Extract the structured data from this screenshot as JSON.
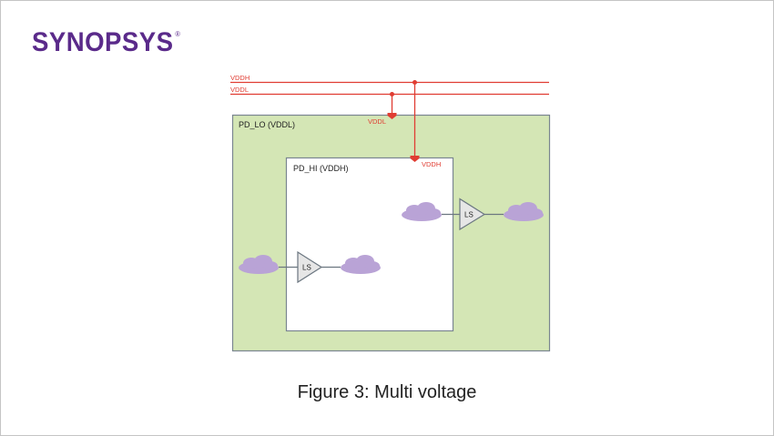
{
  "logo": {
    "text": "SYNOPSYS",
    "registered": "®",
    "color": "#5a2a8a"
  },
  "rails": [
    {
      "label": "VDDH"
    },
    {
      "label": "VDDL"
    }
  ],
  "domains": {
    "outer": {
      "label": "PD_LO (VDDL)",
      "supply_label": "VDDL",
      "fill": "#d4e6b5"
    },
    "inner": {
      "label": "PD_HI (VDDH)",
      "supply_label": "VDDH",
      "fill": "#ffffff"
    }
  },
  "level_shifters": [
    {
      "label": "LS"
    },
    {
      "label": "LS"
    }
  ],
  "colors": {
    "rail": "#e03c32",
    "border": "#7a8590",
    "cloud": "#b9a3d6"
  },
  "caption": "Figure 3: Multi voltage"
}
